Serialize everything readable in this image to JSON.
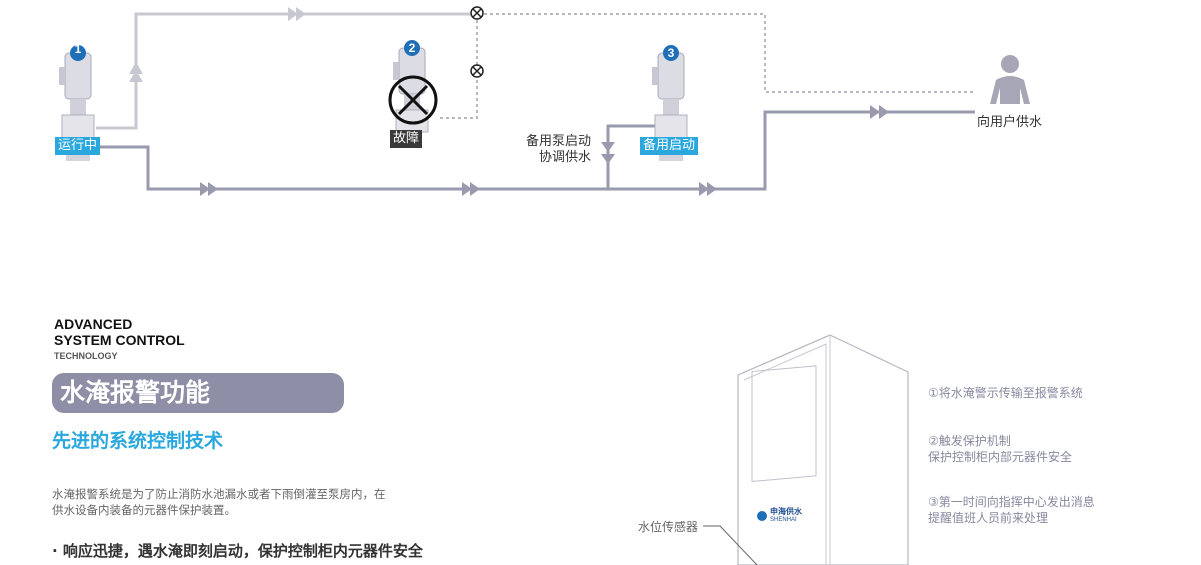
{
  "diagram": {
    "pumps": [
      {
        "number": "1",
        "status": "运行中"
      },
      {
        "number": "2",
        "status": "故障"
      },
      {
        "number": "3",
        "status": "备用启动"
      }
    ],
    "backup_label_line1": "备用泵启动",
    "backup_label_line2": "协调供水",
    "user_label": "向用户供水",
    "colors": {
      "pipe": "#9a9aae",
      "light_pipe": "#c8c8d0",
      "accent": "#2aa8de",
      "dark": "#3a3a3a"
    }
  },
  "brand": {
    "line1": "ADVANCED",
    "line2": "SYSTEM CONTROL",
    "line3": "TECHNOLOGY"
  },
  "feature": {
    "title": "水淹报警功能",
    "subtitle": "先进的系统控制技术",
    "description": "水淹报警系统是为了防止消防水池漏水或者下雨倒灌至泵房内，在供水设备内装备的元器件保护装置。",
    "bullet": "· 响应迅捷，遇水淹即刻启动，保护控制柜内元器件安全"
  },
  "cabinet": {
    "logo_cn": "申海供水",
    "logo_en": "SHENHAI",
    "sensor_label": "水位传感器"
  },
  "notes": [
    {
      "line1": "①将水淹警示传输至报警系统",
      "line2": ""
    },
    {
      "line1": "②触发保护机制",
      "line2": "保护控制柜内部元器件安全"
    },
    {
      "line1": "③第一时间向指挥中心发出消息",
      "line2": "提醒值班人员前来处理"
    }
  ]
}
